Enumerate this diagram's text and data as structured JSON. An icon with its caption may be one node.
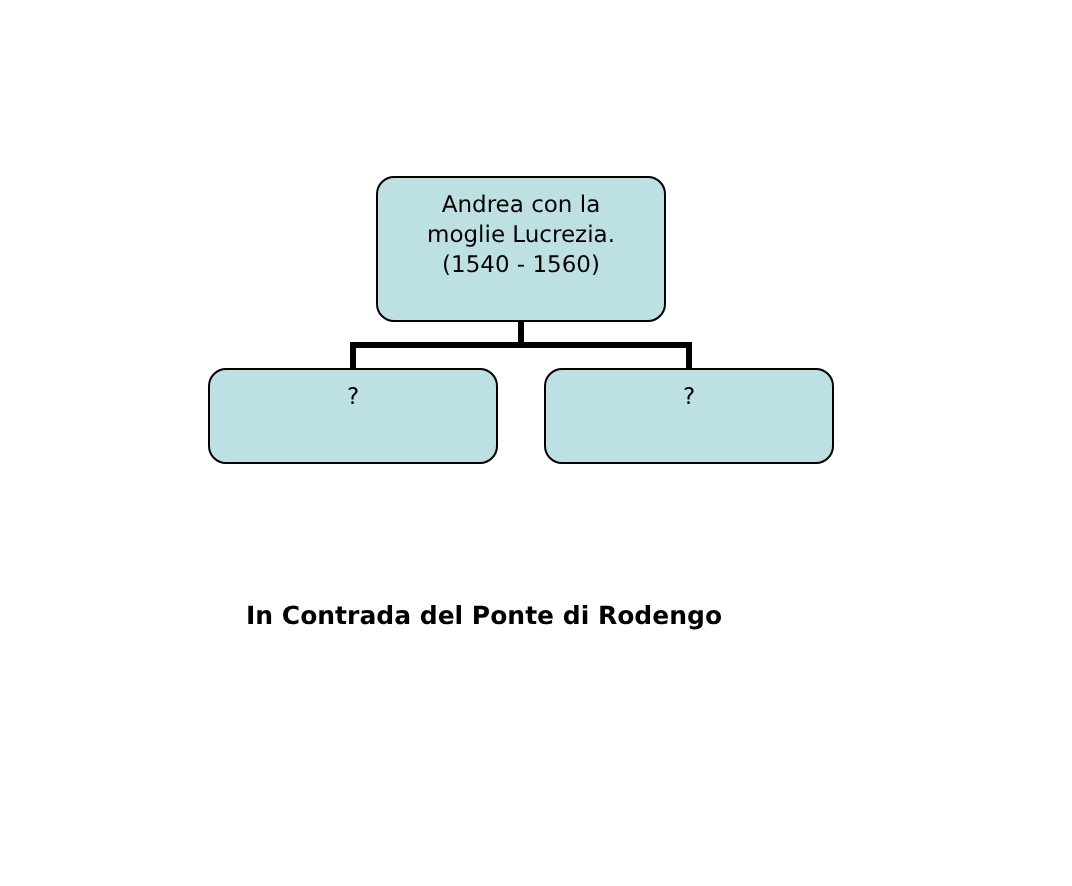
{
  "diagram": {
    "nodes": [
      {
        "text": [
          "Andrea con la moglie Lucrezia. (1540 - 1560)"
        ]
      },
      {
        "text": [
          "?"
        ]
      },
      {
        "text": [
          "?"
        ]
      }
    ],
    "edges": [
      {
        "from": 0,
        "to": 1,
        "arrow": "none"
      },
      {
        "from": 0,
        "to": 2,
        "arrow": "none"
      }
    ],
    "labels": [
      "In Contrada del Ponte di Rodengo"
    ]
  }
}
